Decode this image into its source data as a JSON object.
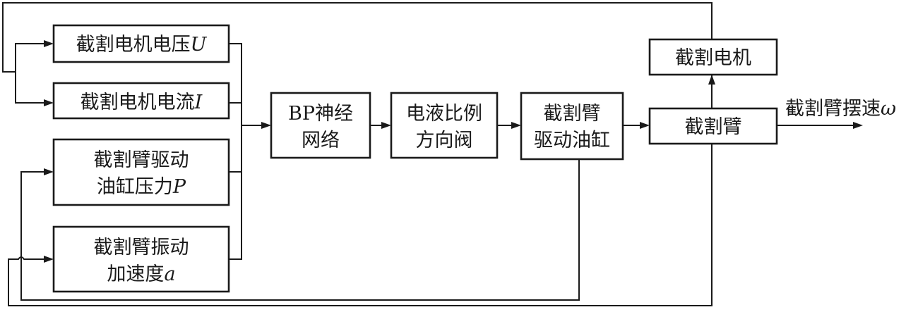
{
  "inputs": {
    "voltage": {
      "label": "截割电机电压",
      "symbol": "U"
    },
    "current": {
      "label": "截割电机电流",
      "symbol": "I"
    },
    "pressure": {
      "line1": "截割臂驱动",
      "line2": "油缸压力",
      "symbol": "P"
    },
    "vibration": {
      "line1": "截割臂振动",
      "line2": "加速度",
      "symbol": "a"
    }
  },
  "blocks": {
    "bp_network": {
      "line1": "BP神经",
      "line2": "网络"
    },
    "proportional_valve": {
      "line1": "电液比例",
      "line2": "方向阀"
    },
    "drive_cylinder": {
      "line1": "截割臂",
      "line2": "驱动油缸"
    },
    "cutting_motor": {
      "label": "截割电机"
    },
    "cutting_arm": {
      "label": "截割臂"
    }
  },
  "output": {
    "label": "截割臂摆速",
    "symbol": "ω"
  }
}
